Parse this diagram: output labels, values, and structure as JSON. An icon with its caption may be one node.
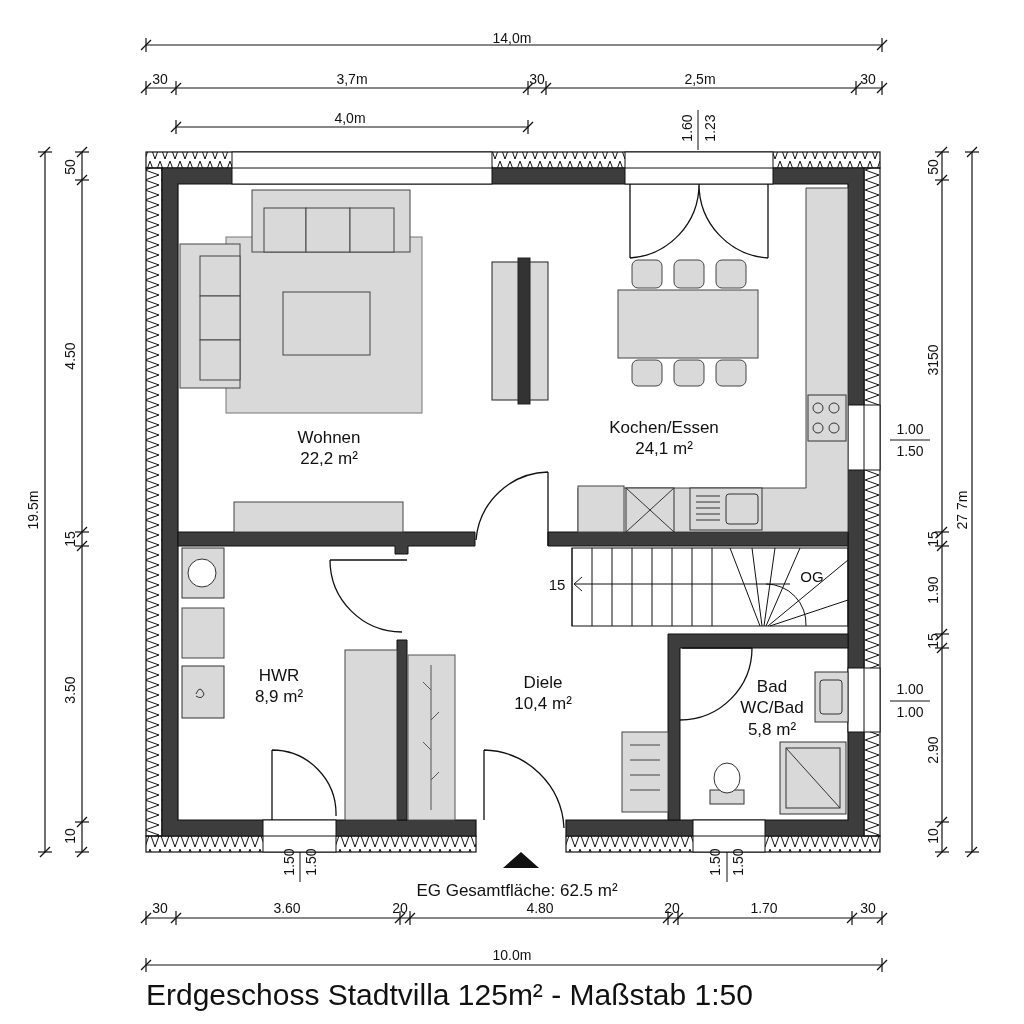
{
  "diagram": {
    "caption": "Erdgeschoss Stadtvilla 125m² - Maßstab 1:50",
    "nodes": [
      {
        "text": [
          "Wohnen",
          "22,2 m²"
        ]
      },
      {
        "text": [
          "Kochen/Essen",
          "24,1 m²"
        ]
      },
      {
        "text": [
          "HWR",
          "8,9 m²"
        ]
      },
      {
        "text": [
          "Diele",
          "10,4 m²"
        ]
      },
      {
        "text": [
          "Bad",
          "WC/Bad",
          "5,8 m²"
        ]
      }
    ],
    "labels": [
      "14,0m",
      "30",
      "3,7m",
      "30",
      "2,5m",
      "30",
      "4,0m",
      "1.60",
      "1.23",
      "50",
      "4.50",
      "19.5m",
      "15",
      "3.50",
      "10",
      "50",
      "3150",
      "1.00",
      "1.50",
      "27 7m",
      "15",
      "1.90",
      "15",
      "1.00",
      "1.00",
      "2.90",
      "10",
      "15",
      "OG",
      "1.50",
      "1.50",
      "1.50",
      "1.50",
      "EG Gesamtfläche: 62.5 m²",
      "30",
      "3.60",
      "20",
      "4.80",
      "20",
      "1.70",
      "30",
      "10.0m"
    ]
  }
}
